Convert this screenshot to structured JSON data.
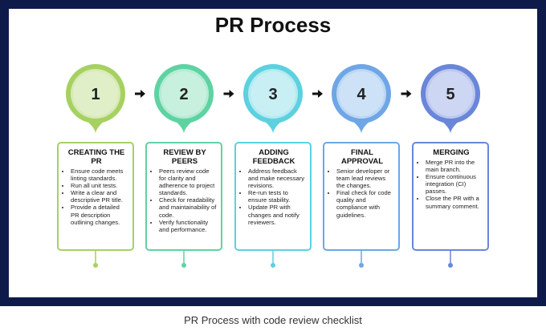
{
  "title": "PR Process",
  "caption": "PR Process with code review checklist",
  "steps": [
    {
      "number": "1",
      "heading": "CREATING THE PR",
      "color": "#a6d161",
      "items": [
        "Ensure code meets linting standards.",
        "Run all unit tests.",
        "Write a clear and descriptive PR title.",
        "Provide a detailed PR description outlining changes."
      ]
    },
    {
      "number": "2",
      "heading": "REVIEW BY PEERS",
      "color": "#5ed3a2",
      "items": [
        "Peers review code for clarity and adherence to project standards.",
        "Check for readability and maintainability of code.",
        "Verify functionality and performance."
      ]
    },
    {
      "number": "3",
      "heading": "ADDING FEEDBACK",
      "color": "#5cd1e0",
      "items": [
        "Address feedback and make necessary revisions.",
        "Re-run tests to ensure stability.",
        "Update PR with changes and notify reviewers."
      ]
    },
    {
      "number": "4",
      "heading": "FINAL APPROVAL",
      "color": "#6ea6e6",
      "items": [
        "Senior developer or team lead reviews the changes.",
        "Final check for code quality and compliance with guidelines."
      ]
    },
    {
      "number": "5",
      "heading": "MERGING",
      "color": "#6a86d9",
      "items": [
        "Merge PR into the main branch.",
        "Ensure continuous integration (CI) passes.",
        "Close the PR with a summary comment."
      ]
    }
  ]
}
